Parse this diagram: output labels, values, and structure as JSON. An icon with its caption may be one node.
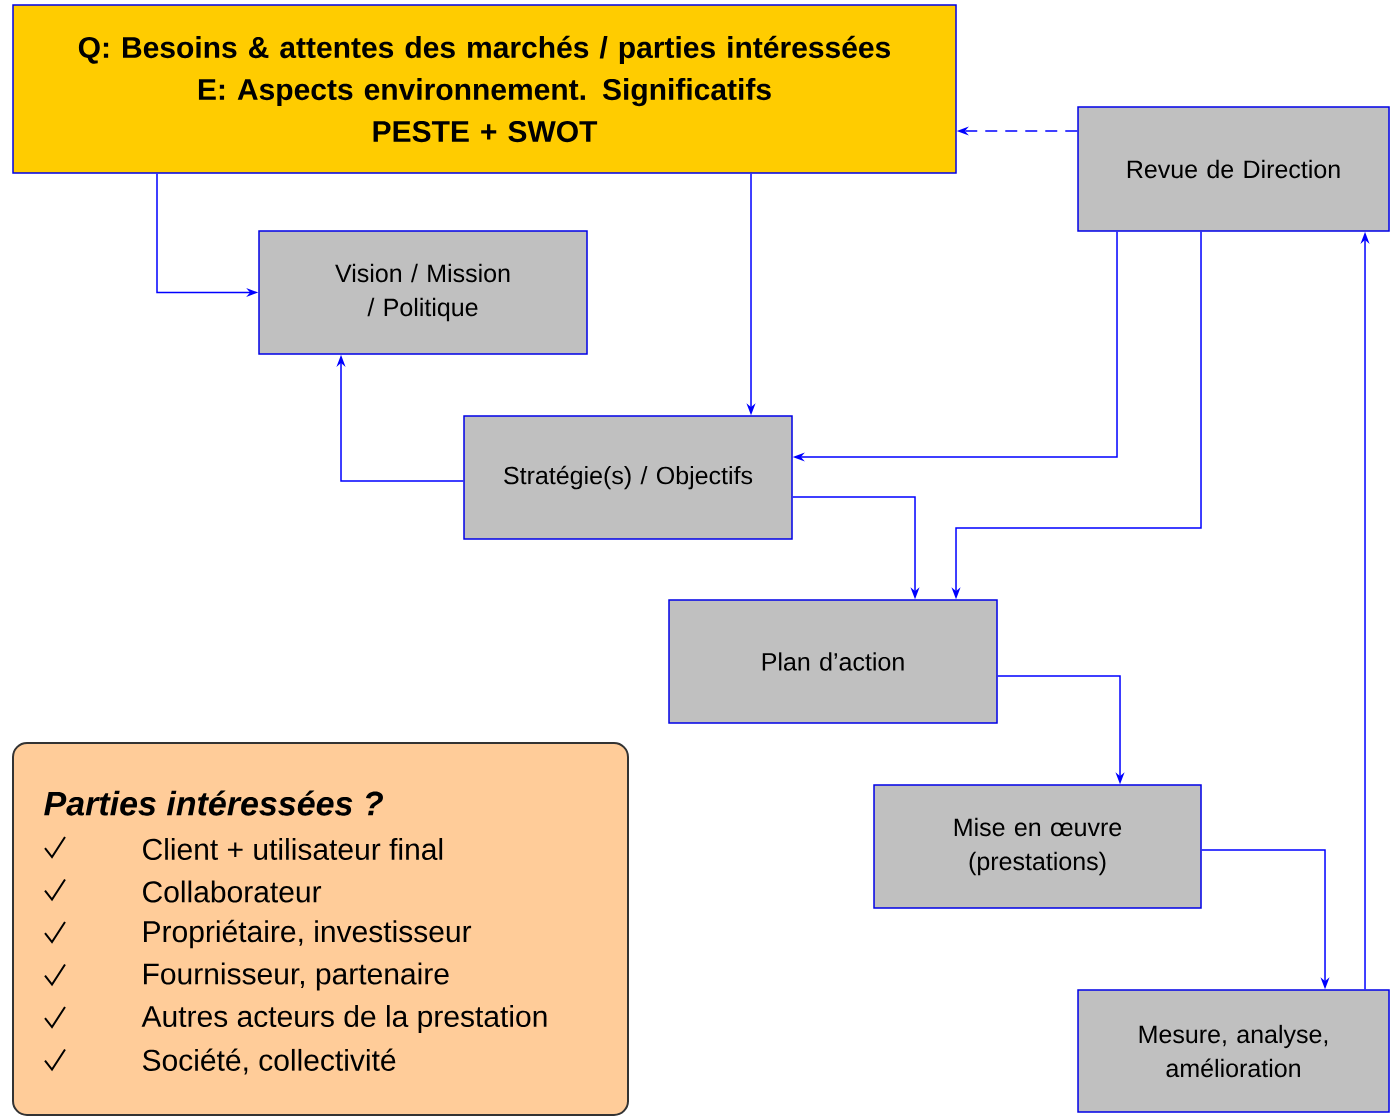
{
  "diagram": {
    "nodes": [
      {
        "text": [
          "Q: Besoins & attentes des marchés / parties intéressées",
          "E: Aspects environnement. Significatifs",
          "PESTE + SWOT"
        ]
      },
      {
        "text": [
          "Revue de Direction"
        ]
      },
      {
        "text": [
          "Vision / Mission / Politique"
        ]
      },
      {
        "text": [
          "Stratégie(s) / Objectifs"
        ]
      },
      {
        "text": [
          "Plan d’action"
        ]
      },
      {
        "text": [
          "Mise en œuvre (prestations)"
        ]
      },
      {
        "text": [
          "Mesure, analyse, amélioration"
        ]
      },
      {
        "text": [
          "Parties intéressées ?",
          "Client + utilisateur final",
          "Collaborateur",
          "Propriétaire, investisseur",
          "Fournisseur, partenaire",
          "Autres acteurs de la prestation",
          "Société, collectivité"
        ]
      }
    ],
    "edges": [
      {
        "from": 1,
        "to": 0,
        "arrow": "to",
        "style": "dashed"
      },
      {
        "from": 0,
        "to": 2,
        "arrow": "to"
      },
      {
        "from": 0,
        "to": 3,
        "arrow": "to"
      },
      {
        "from": 3,
        "to": 2,
        "arrow": "to"
      },
      {
        "from": 1,
        "to": 3,
        "arrow": "to"
      },
      {
        "from": 3,
        "to": 4,
        "arrow": "to"
      },
      {
        "from": 1,
        "to": 4,
        "arrow": "to"
      },
      {
        "from": 4,
        "to": 5,
        "arrow": "to"
      },
      {
        "from": 5,
        "to": 6,
        "arrow": "to"
      },
      {
        "from": 6,
        "to": 1,
        "arrow": "to"
      }
    ]
  }
}
